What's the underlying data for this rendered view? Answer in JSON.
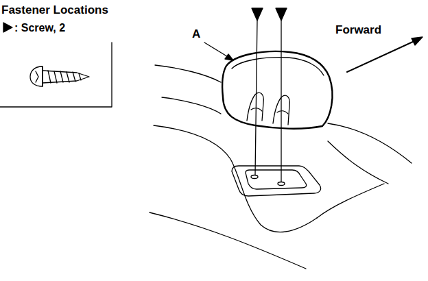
{
  "diagram": {
    "title": "Fastener Locations",
    "labels": [
      "A",
      "Forward"
    ],
    "legend": [
      {
        "text": ": Screw, 2"
      }
    ]
  }
}
